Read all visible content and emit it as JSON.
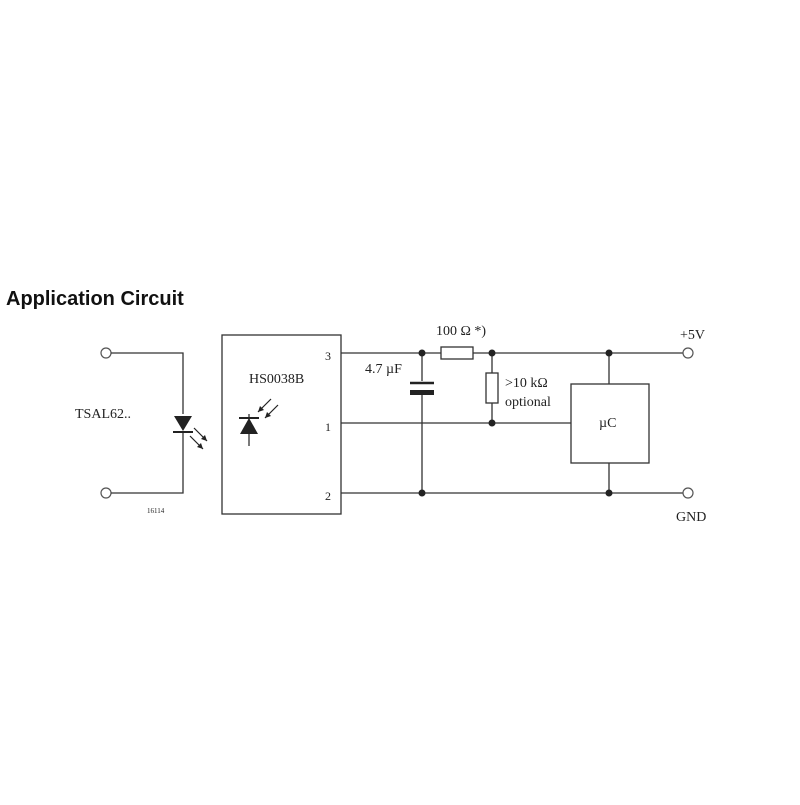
{
  "title": "Application Circuit",
  "components": {
    "emitter_label": "TSAL62..",
    "receiver_label": "HS0038B",
    "pin_3": "3",
    "pin_1": "1",
    "pin_2": "2",
    "capacitor_label": "4.7 µF",
    "series_resistor_label": "100 Ω *)",
    "pullup_resistor_label": ">10 kΩ",
    "pullup_resistor_note": "optional",
    "microcontroller_label": "µC",
    "supply_label": "+5V",
    "ground_label": "GND",
    "figure_number": "16114"
  }
}
